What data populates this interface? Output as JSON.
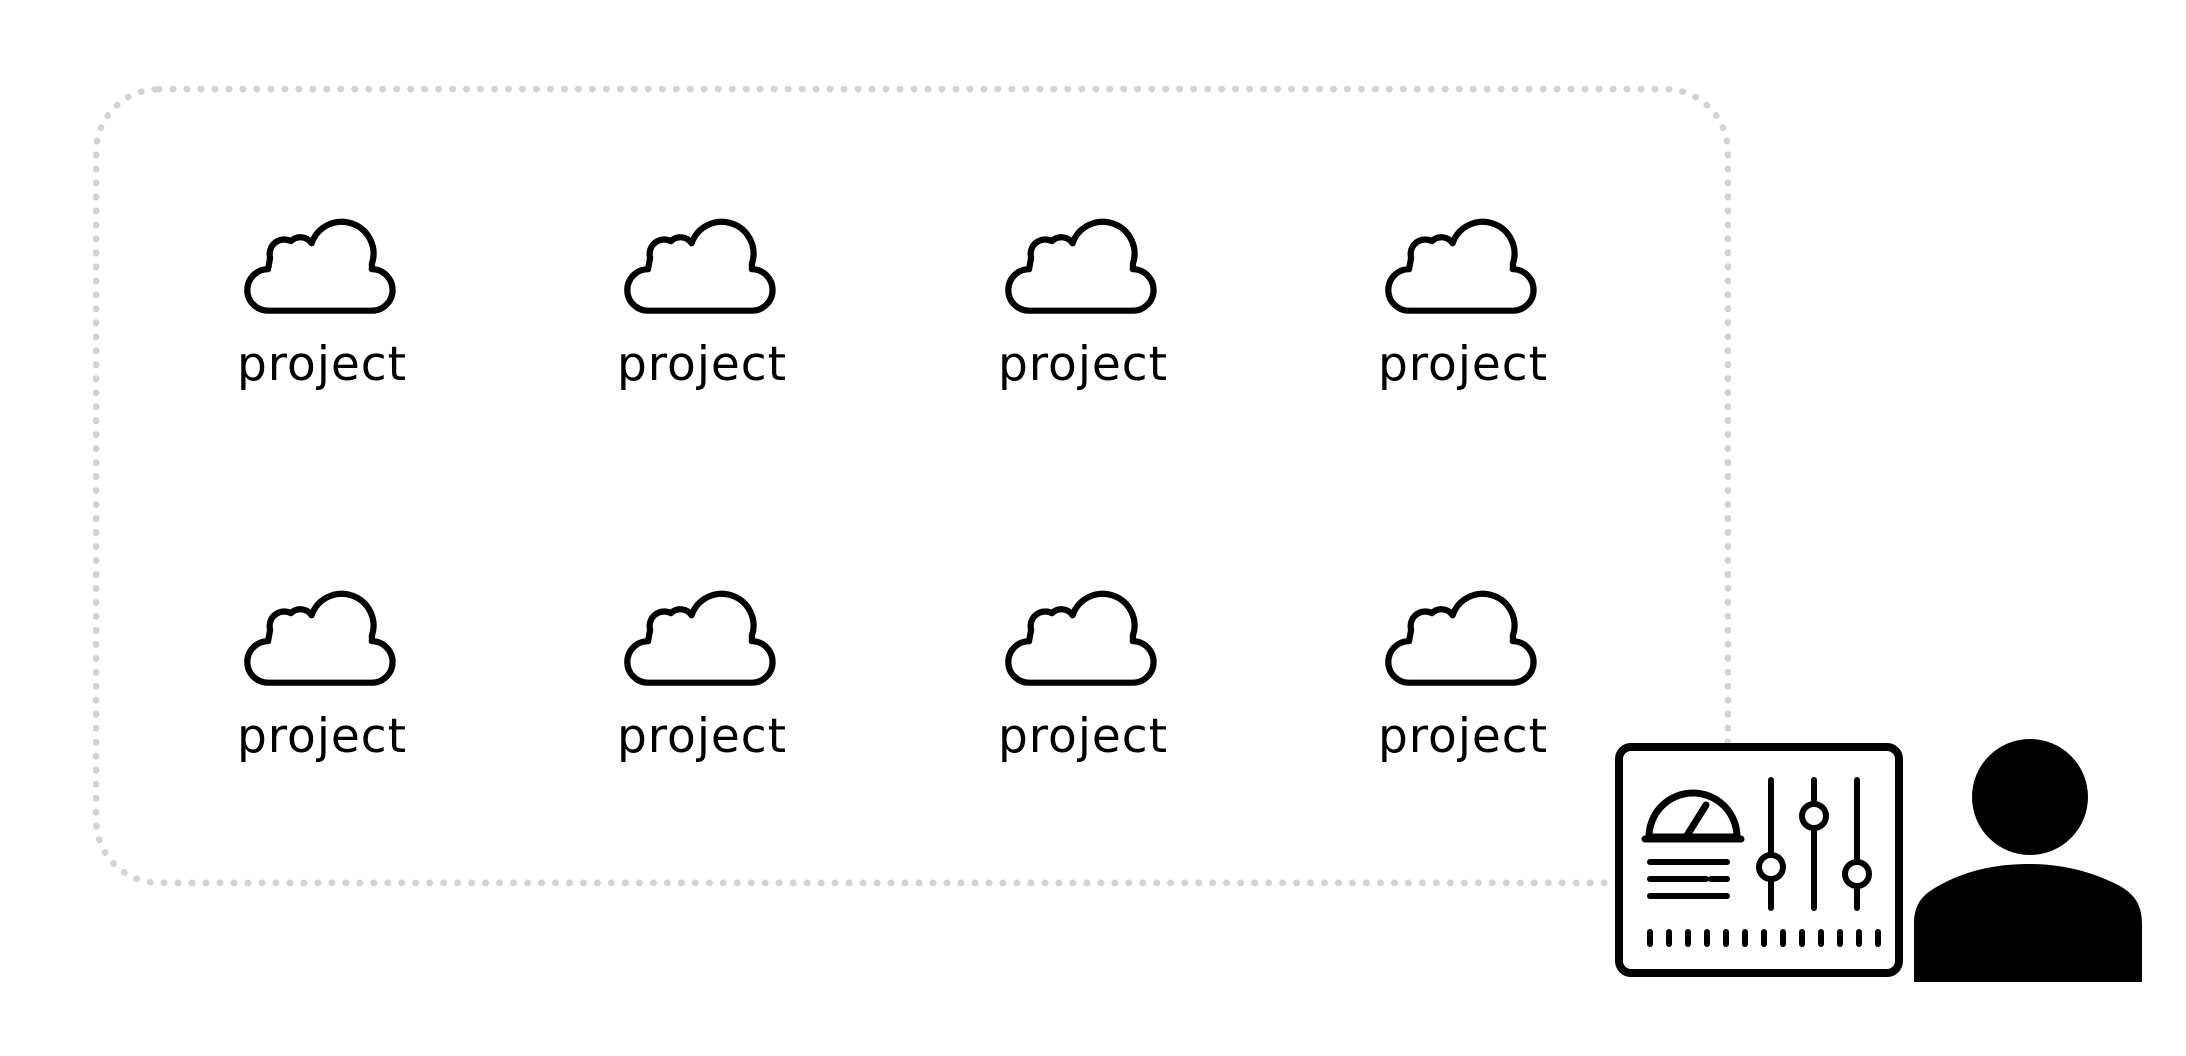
{
  "projects": [
    {
      "label": "project",
      "icon": "cloud-icon"
    },
    {
      "label": "project",
      "icon": "cloud-icon"
    },
    {
      "label": "project",
      "icon": "cloud-icon"
    },
    {
      "label": "project",
      "icon": "cloud-icon"
    },
    {
      "label": "project",
      "icon": "cloud-icon"
    },
    {
      "label": "project",
      "icon": "cloud-icon"
    },
    {
      "label": "project",
      "icon": "cloud-icon"
    },
    {
      "label": "project",
      "icon": "cloud-icon"
    }
  ],
  "icons": {
    "panel": "control-panel-icon",
    "user": "user-icon"
  },
  "colors": {
    "icon_stroke": "#000000",
    "frame_border": "#d3d3d3",
    "background": "#ffffff"
  }
}
